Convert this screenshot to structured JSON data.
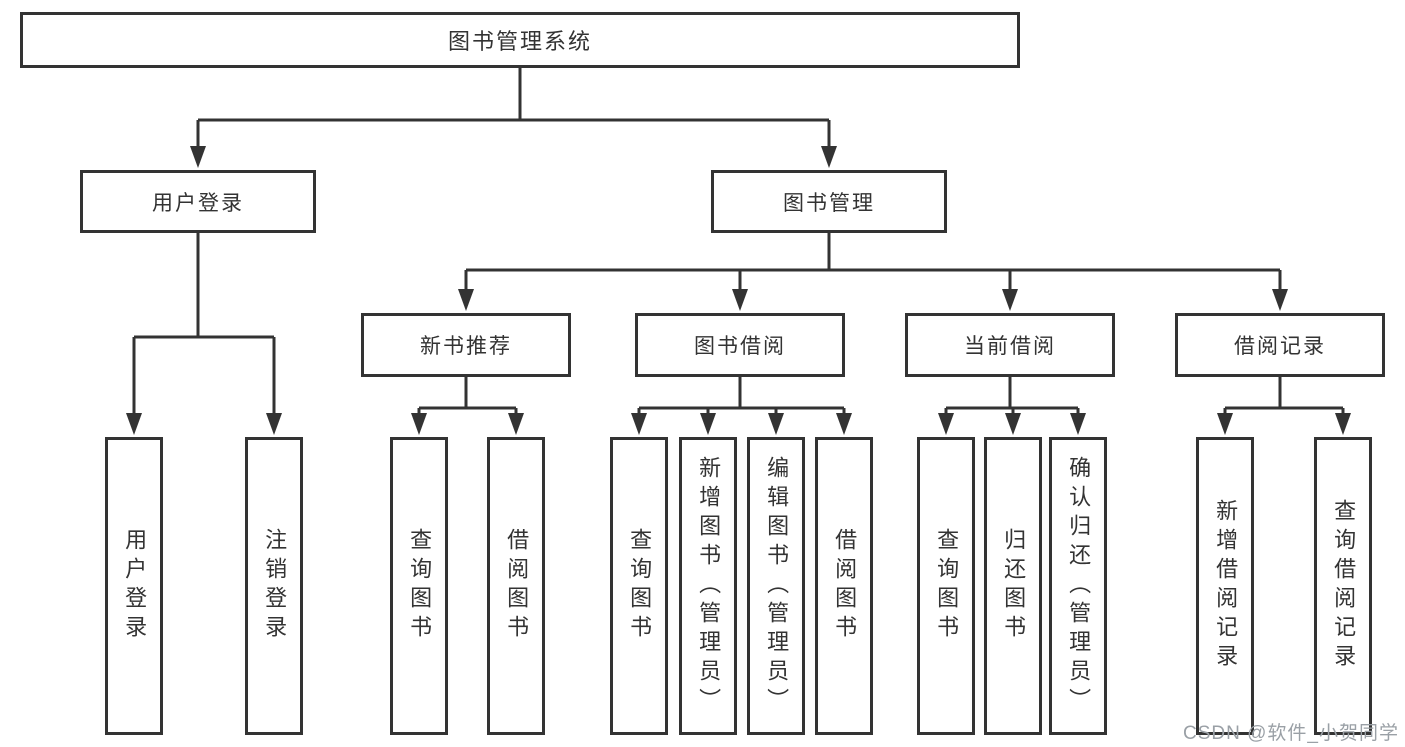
{
  "diagram": {
    "root": {
      "label": "图书管理系统"
    },
    "level2": [
      {
        "label": "用户登录"
      },
      {
        "label": "图书管理"
      }
    ],
    "level3": [
      {
        "label": "新书推荐"
      },
      {
        "label": "图书借阅"
      },
      {
        "label": "当前借阅"
      },
      {
        "label": "借阅记录"
      }
    ],
    "leaves": {
      "user_login": [
        "用户登录",
        "注销登录"
      ],
      "new_book_recommend": [
        "查询图书",
        "借阅图书"
      ],
      "book_borrow": [
        "查询图书",
        "新增图书（管理员）",
        "编辑图书（管理员）",
        "借阅图书"
      ],
      "current_borrow": [
        "查询图书",
        "归还图书",
        "确认归还（管理员）"
      ],
      "borrow_records": [
        "新增借阅记录",
        "查询借阅记录"
      ]
    }
  },
  "watermark": {
    "text": "CSDN @软件_小贺同学"
  },
  "colors": {
    "line": "#333333",
    "text": "#333333",
    "watermark": "#9aa0a6",
    "background": "#ffffff"
  }
}
